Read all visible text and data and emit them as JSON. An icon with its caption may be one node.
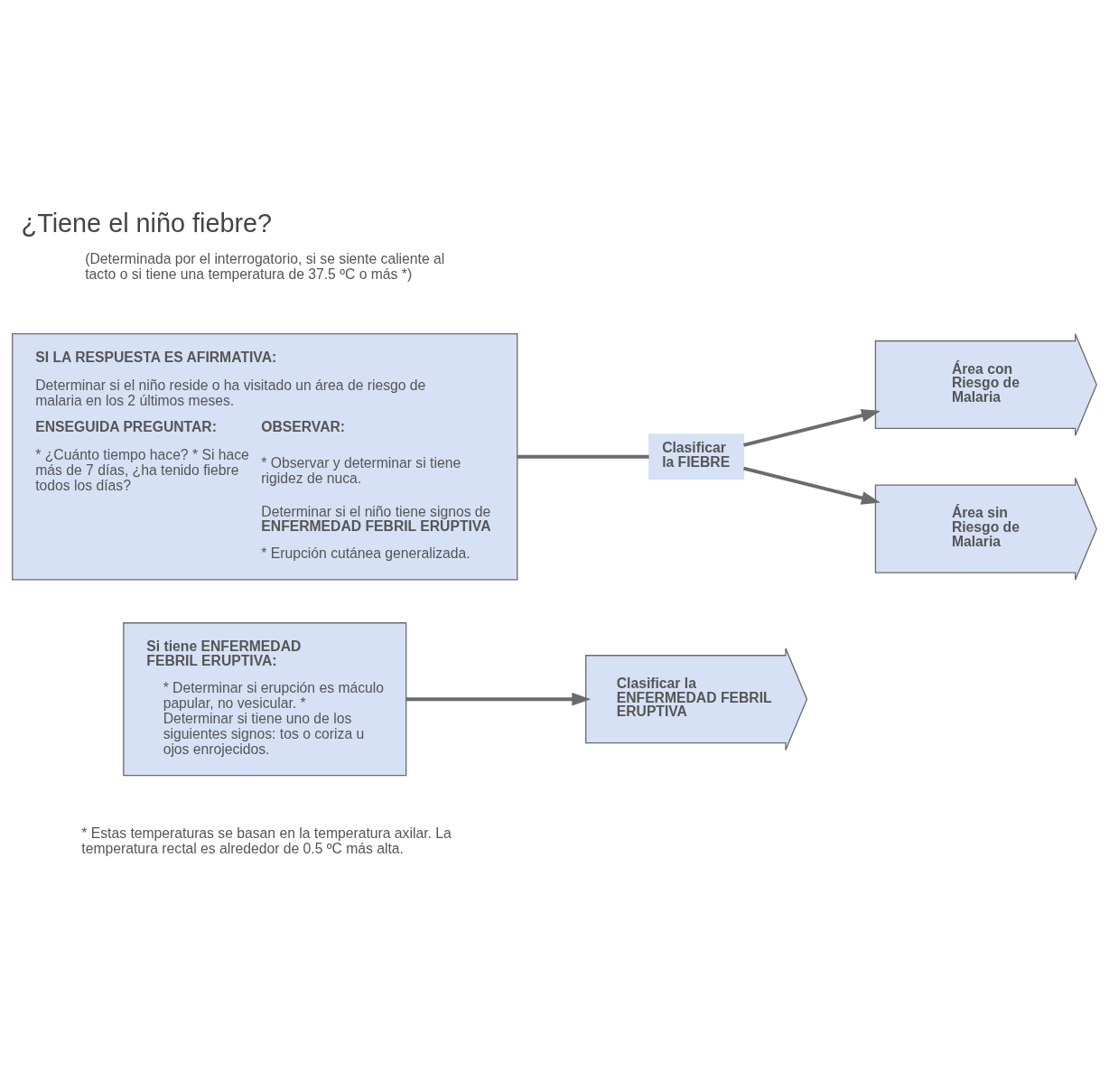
{
  "diagram": {
    "title": "¿Tiene el niño fiebre?",
    "nodes": [
      {
        "text": [
          "SI LA RESPUESTA ES AFIRMATIVA:",
          "Determinar si el niño reside o ha visitado un área de riesgo de malaria en los 2 últimos meses.",
          "ENSEGUIDA PREGUNTAR:",
          "* ¿Cuánto tiempo hace? * Si hace más de 7 días, ¿ha tenido fiebre todos los días?",
          "OBSERVAR:",
          "* Observar y determinar si tiene rigidez de nuca.",
          "Determinar si el niño tiene signos de **ENFERMEDAD FEBRIL ERUPTIVA**",
          "* Erupción cutánea generalizada."
        ]
      },
      {
        "text": [
          "Si tiene ENFERMEDAD FEBRIL ERUPTIVA:",
          "* Determinar si erupción es máculo papular, no vesicular. * Determinar si tiene uno de los siguientes signos: tos o coriza u ojos enrojecidos."
        ]
      },
      {
        "text": [
          "Clasificar la FIEBRE"
        ]
      },
      {
        "text": [
          "Área con Riesgo de Malaria"
        ]
      },
      {
        "text": [
          "Área sin Riesgo de Malaria"
        ]
      },
      {
        "text": [
          "Clasificar la ENFERMEDAD FEBRIL ERUPTIVA"
        ]
      }
    ],
    "edges": [
      {
        "from": 0,
        "to": 2,
        "arrow": "none"
      },
      {
        "from": 2,
        "to": 3,
        "arrow": "to"
      },
      {
        "from": 2,
        "to": 4,
        "arrow": "to"
      },
      {
        "from": 1,
        "to": 5,
        "arrow": "to"
      }
    ],
    "labels": [
      "(Determinada por el interrogatorio, si se siente caliente al tacto o si tiene una temperatura de 37.5 ºC o más *)",
      "* Estas temperaturas se basan en la temperatura axilar. La temperatura rectal es alrededor de 0.5 ºC más alta."
    ]
  }
}
